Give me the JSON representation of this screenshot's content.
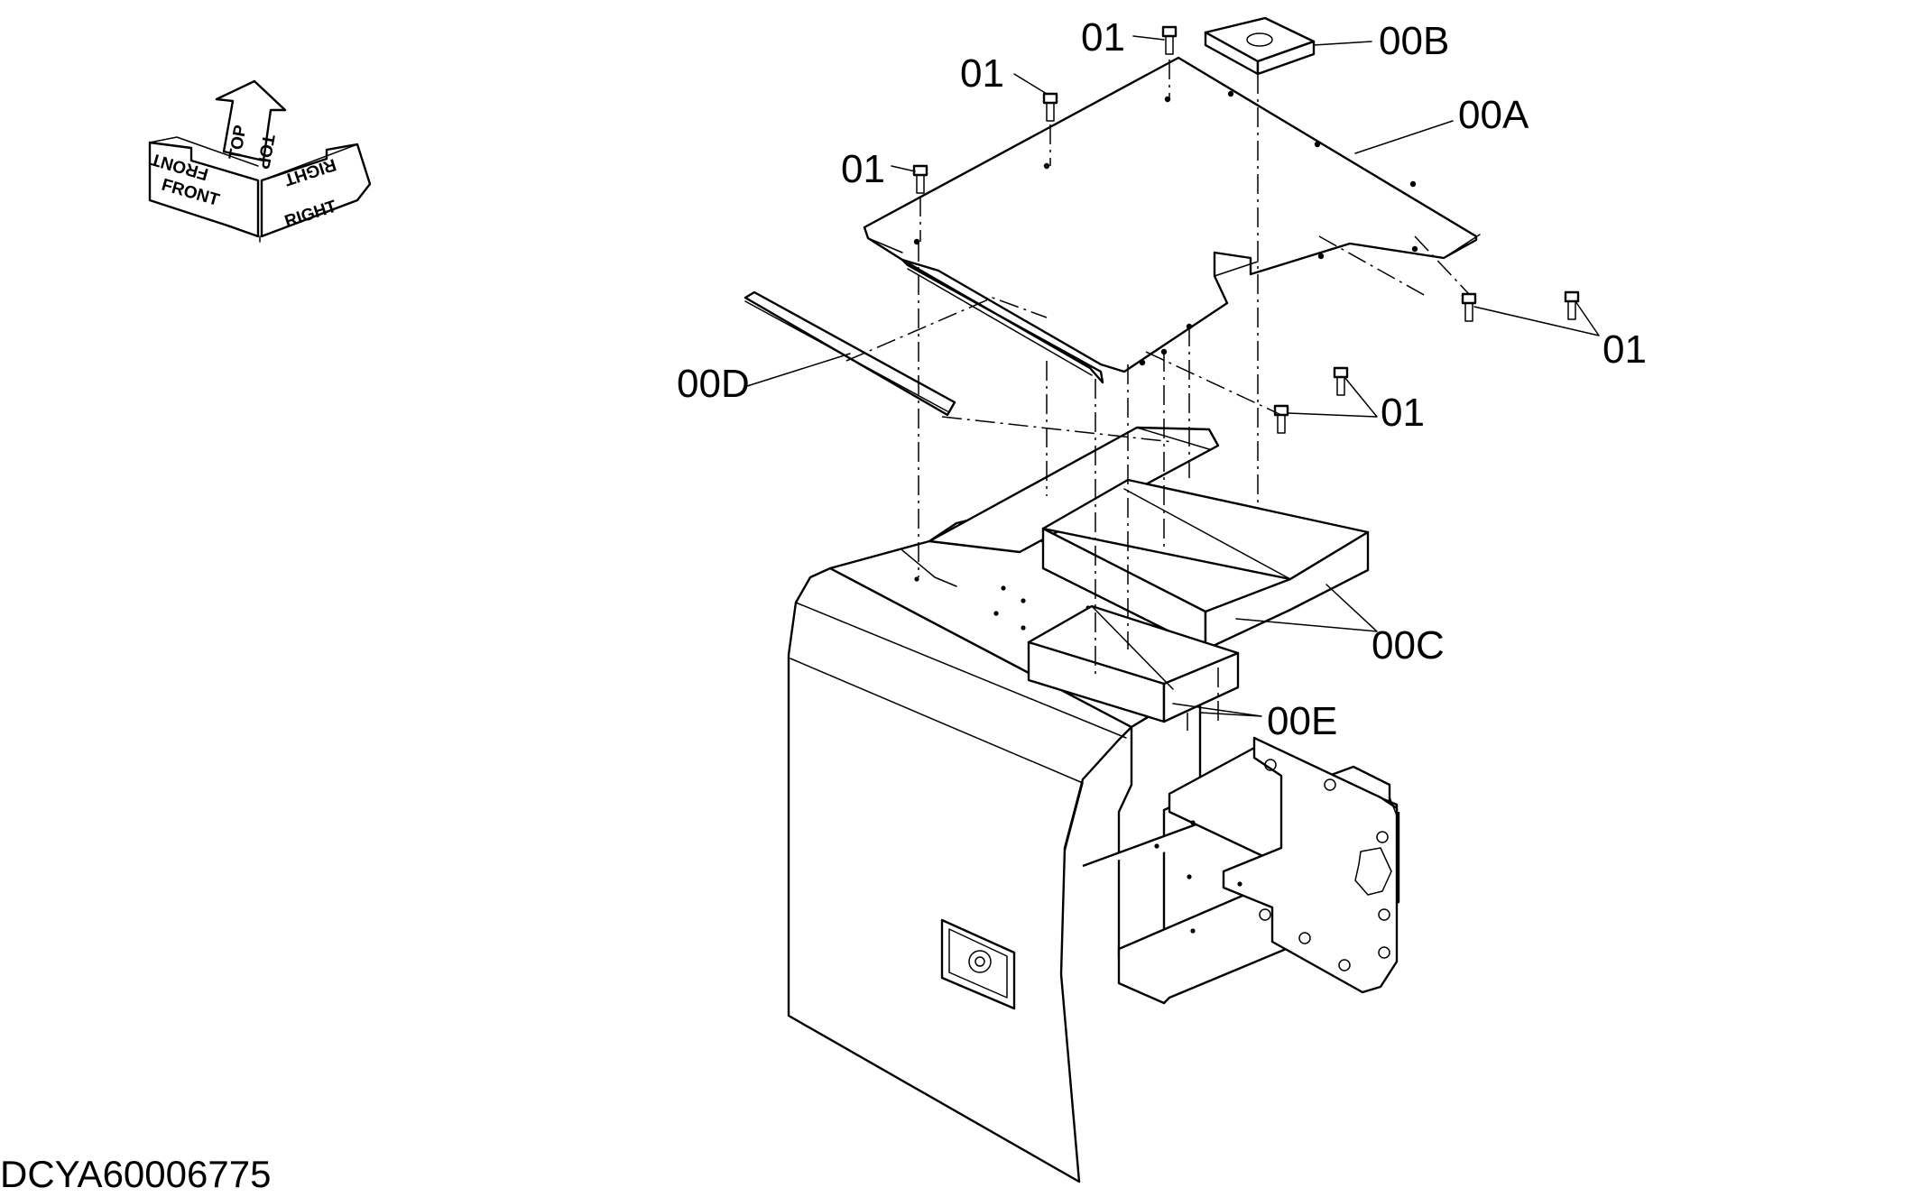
{
  "orientation": {
    "labels": [
      "FRONT",
      "FRONT",
      "TOP",
      "TOP",
      "RIGHT",
      "RIGHT"
    ]
  },
  "callouts": [
    {
      "id": "01-top",
      "text": "01"
    },
    {
      "id": "01-upper-left",
      "text": "01"
    },
    {
      "id": "01-left",
      "text": "01"
    },
    {
      "id": "01-right",
      "text": "01"
    },
    {
      "id": "01-center",
      "text": "01"
    },
    {
      "id": "00A",
      "text": "00A"
    },
    {
      "id": "00B",
      "text": "00B"
    },
    {
      "id": "00C",
      "text": "00C"
    },
    {
      "id": "00D",
      "text": "00D"
    },
    {
      "id": "00E",
      "text": "00E"
    }
  ],
  "drawing_code": "DCYA60006775"
}
